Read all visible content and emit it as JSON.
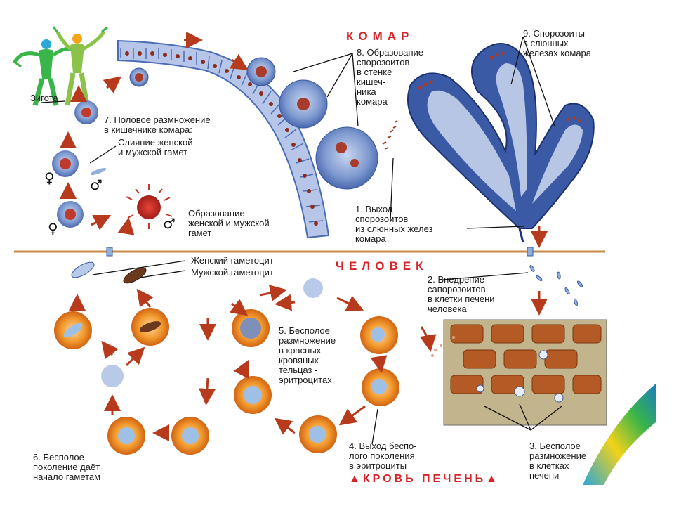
{
  "headings": {
    "mosquito": "КОМАР",
    "human": "ЧЕЛОВЕК",
    "blood_liver": "▲КРОВЬ ПЕЧЕНЬ▲"
  },
  "labels": {
    "zygote": "Зигота",
    "stage7": "7. Половое размножение\nв кишечнике комара:",
    "fusion": "Слияние женской\nи мужской гамет",
    "gamete_formation": "Образование\nженской и мужской\nгамет",
    "stage8": "8. Образование\nспорозоитов\nв стенке\nкишеч-\nника\nкомара",
    "stage9": "9. Спорозоиты\nв слюнных\nжелезах комара",
    "stage1": "1. Выход\nспорозоитов\nиз слюнных желез\nкомара",
    "female_gametocyte": "Женский гаметоцит",
    "male_gametocyte": "Мужской гаметоцит",
    "stage2": "2. Внедрение\nсапорозоитов\nв клетки печени\nчеловека",
    "stage5": "5. Бесполое\nразмножение\nв красных\nкровяных\nтельцаз -\nэритроцитах",
    "stage6": "6. Бесполое\nпоколение даёт\nначало гаметам",
    "stage4": "4. Выход беспо-\nлого поколения\nв эритроциты",
    "stage3": "3. Бесполое\nразмножение\nв клетках\nпечени"
  },
  "symbols": {
    "female": "♀",
    "male": "♂"
  },
  "colors": {
    "heading_red": "#d8232a",
    "arrow": "#b83a1c",
    "divider": "#c88a4a",
    "cell_blue": "#4a6db3",
    "erythrocyte": "#e07a18",
    "liver_tissue": "#c2b48c"
  }
}
